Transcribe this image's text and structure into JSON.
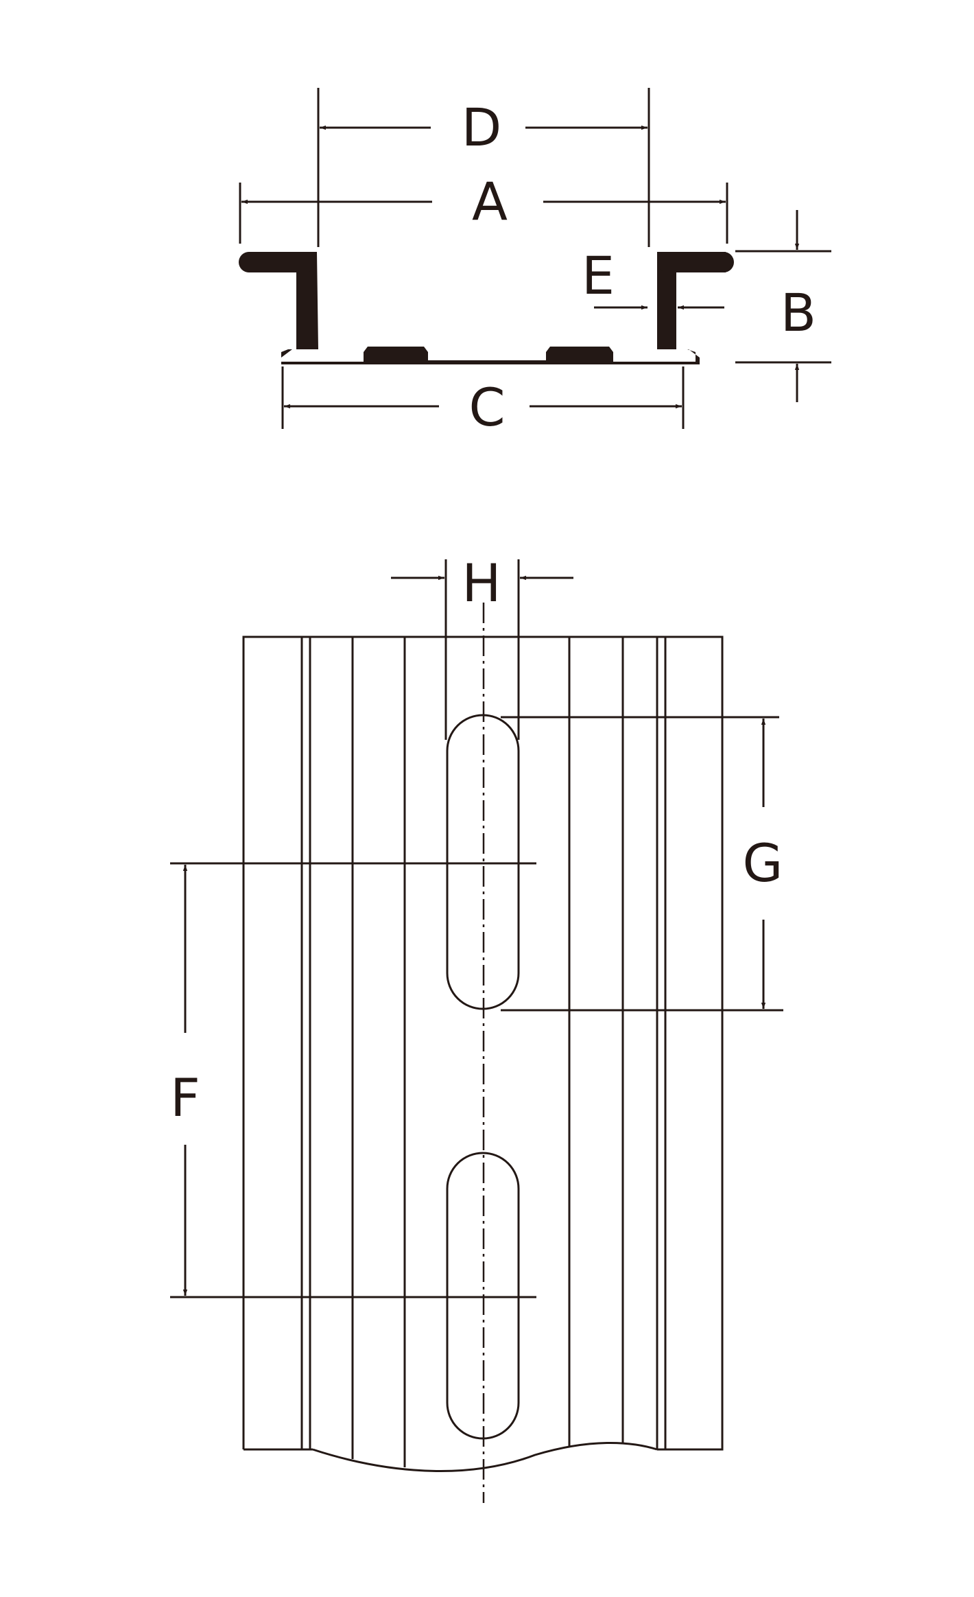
{
  "colors": {
    "ink": "#231815",
    "background": "#ffffff"
  },
  "labels": {
    "A": "A",
    "B": "B",
    "C": "C",
    "D": "D",
    "E": "E",
    "F": "F",
    "G": "G",
    "H": "H"
  }
}
